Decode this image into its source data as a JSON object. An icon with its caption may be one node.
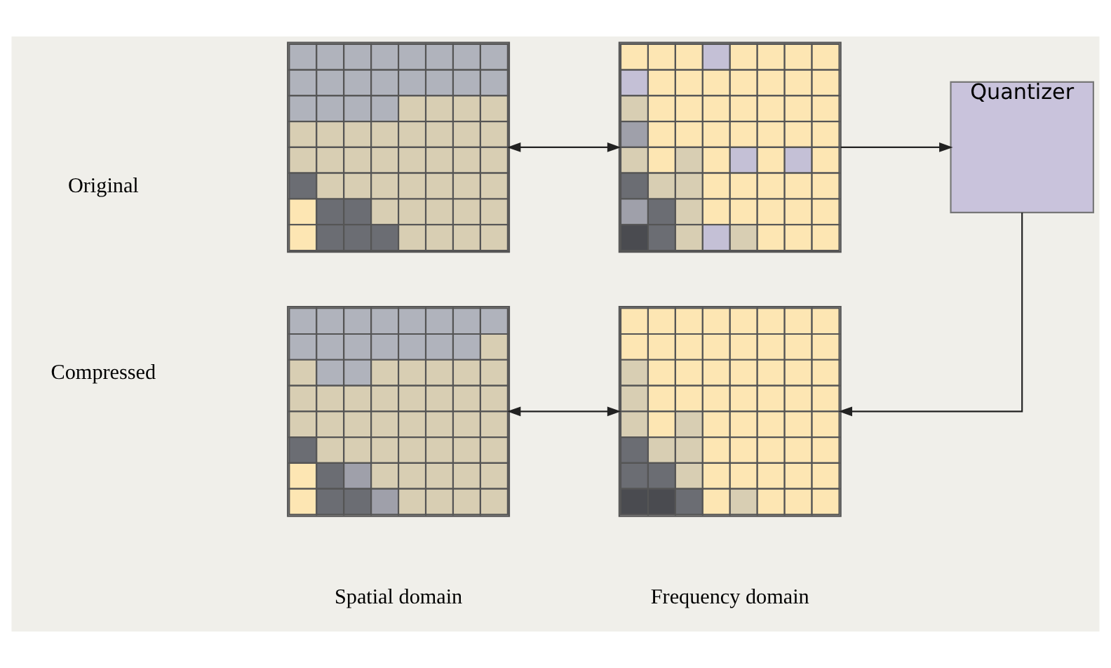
{
  "diagram": {
    "nodes": [
      {
        "text": [],
        "shape": "grid"
      },
      {
        "text": [],
        "shape": "grid"
      },
      {
        "text": [
          "Quantizer"
        ]
      },
      {
        "text": [],
        "shape": "grid"
      },
      {
        "text": [],
        "shape": "grid"
      }
    ],
    "edges": [
      {
        "from": 0,
        "to": 1,
        "arrow": "both"
      },
      {
        "from": 1,
        "to": 2,
        "arrow": "to"
      },
      {
        "from": 2,
        "to": 4,
        "arrow": "to"
      },
      {
        "from": 3,
        "to": 4,
        "arrow": "both"
      }
    ],
    "labels": [
      "Original",
      "Compressed",
      "Spatial domain",
      "Frequency domain"
    ]
  }
}
